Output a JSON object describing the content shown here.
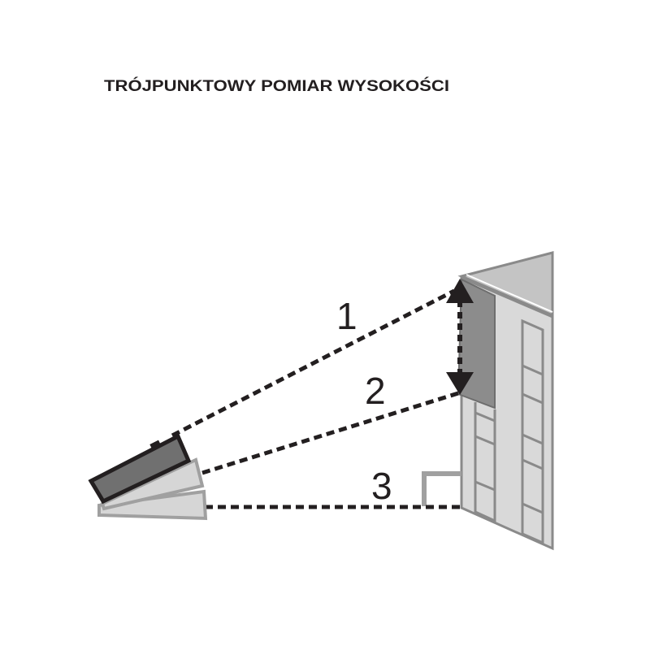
{
  "title": "TRÓJPUNKTOWY POMIAR WYSOKOŚCI",
  "labels": [
    "1",
    "2",
    "3"
  ],
  "colors": {
    "ink": "#231f20",
    "device_dark": "#707070",
    "device_light": "#d6d6d6",
    "device_light_edge": "#a0a0a0",
    "building_face": "#d9d9d9",
    "building_roof": "#c4c4c4",
    "building_panel": "#8c8c8c",
    "building_lines": "#8a8a8a"
  }
}
